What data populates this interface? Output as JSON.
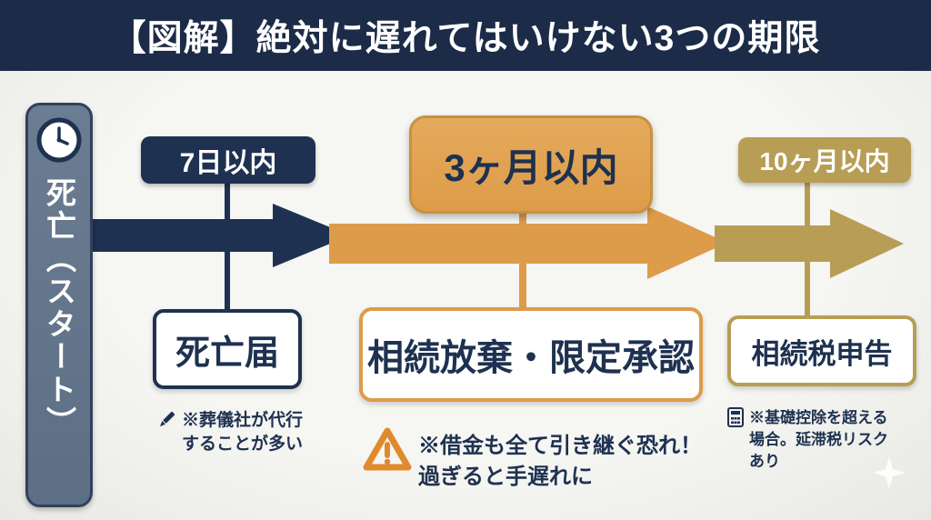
{
  "header": {
    "title": "【図解】絶対に遅れてはいけない3つの期限"
  },
  "start": {
    "label": "死亡（スタート）",
    "icon": "clock"
  },
  "deadlines": {
    "d1": {
      "period": "7日以内",
      "task": "死亡届",
      "icon": "pencil",
      "note": "※葬儀社が代行\nすることが多い"
    },
    "d2": {
      "period": "3ヶ月以内",
      "task": "相続放棄・限定承認",
      "icon": "warning-triangle",
      "note": "※借金も全て引き継ぐ恐れ！\n過ぎると手遅れに"
    },
    "d3": {
      "period": "10ヶ月以内",
      "task": "相続税申告",
      "icon": "calculator",
      "note": "※基礎控除を超える\n場合。延滞税リスク\nあり"
    }
  },
  "colors": {
    "navy": "#1e3150",
    "header_navy": "#1c2b47",
    "orange": "#dd9c49",
    "gold": "#b89d55",
    "slate_bar": "#5d6f84",
    "background": "#f1f1ee",
    "white": "#ffffff"
  }
}
